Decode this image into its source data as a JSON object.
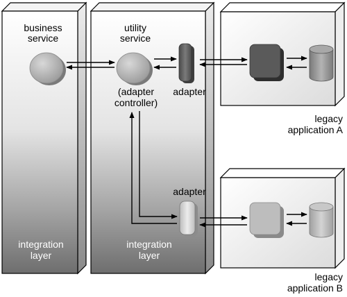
{
  "layers": {
    "left": {
      "service_label_1": "business",
      "service_label_2": "service",
      "layer_label_1": "integration",
      "layer_label_2": "layer"
    },
    "middle": {
      "service_label_1": "utility",
      "service_label_2": "service",
      "controller_label_1": "(adapter",
      "controller_label_2": "controller)",
      "layer_label_1": "integration",
      "layer_label_2": "layer"
    }
  },
  "adapters": {
    "top": {
      "label": "adapter"
    },
    "bottom": {
      "label": "adapter"
    }
  },
  "legacy_apps": {
    "a": {
      "label_1": "legacy",
      "label_2": "application A"
    },
    "b": {
      "label_1": "legacy",
      "label_2": "application B"
    }
  },
  "colors": {
    "background": "#ffffff",
    "outline": "#000000",
    "service_circle": "#a8a8a8",
    "adapter_dark": "#5e5e5e",
    "adapter_light": "#c8c8c8",
    "box_dark": "#555555",
    "box_light": "#bdbdbd",
    "cylinder_dark": "#909090",
    "cylinder_light": "#b8b8b8"
  }
}
